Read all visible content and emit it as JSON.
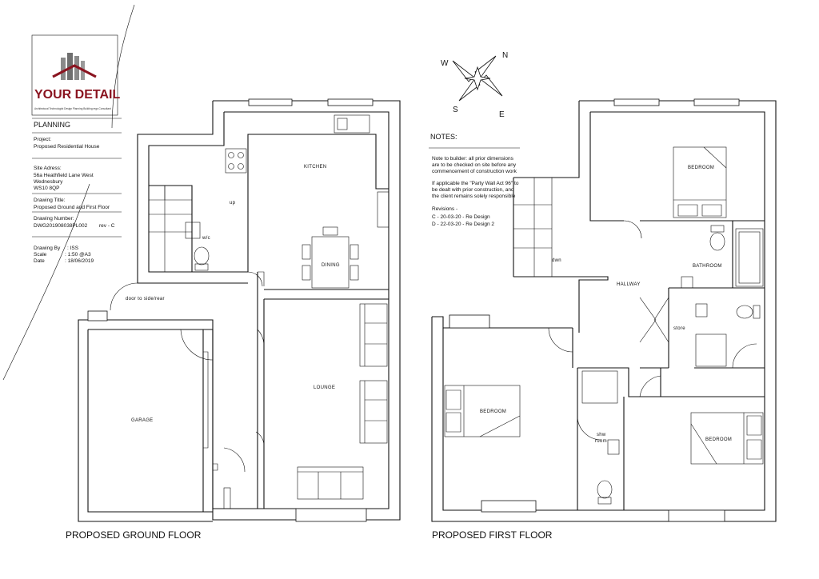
{
  "title_block": {
    "logo_text": "YOUR DETAIL",
    "logo_tagline": "Architectural Technologist Design Planning Building regs Consultant",
    "stage": "PLANNING",
    "project_label": "Project:",
    "project_value": "Proposed Residential House",
    "site_label": "Site Adress:",
    "site_line1": "56a Heathfield Lane West",
    "site_line2": "Wednesbury",
    "site_line3": "WS10 8QP",
    "drawing_title_label": "Drawing Title:",
    "drawing_title_value": "Proposed Ground and First Floor",
    "drawing_number_label": "Drawing Number:",
    "drawing_number_value": "DWG201908038PL002",
    "revision_value": "rev -  C",
    "drawn_by_label": "Drawing By",
    "drawn_by_value": ": ISS",
    "scale_label": "Scale",
    "scale_value": ": 1:50 @A3",
    "date_label": "Date",
    "date_value": ": 18/06/2019"
  },
  "notes": {
    "heading": "NOTES:",
    "note1": [
      "Note to builder: all prior dimensions",
      "are to be checked on site before any",
      "commencement of construction work"
    ],
    "note2": [
      "If applicable the \"Party Wall Act 96\" to",
      "be dealt with prior construction, and",
      "the client remains solely responsible"
    ],
    "revisions_heading": "Revisions -",
    "revisions": [
      "C -  20-03-20  - Re Design",
      "D -  22-03-20  - Re Design 2"
    ]
  },
  "compass": {
    "n": "N",
    "s": "S",
    "e": "E",
    "w": "W"
  },
  "ground_floor": {
    "caption": "PROPOSED GROUND FLOOR",
    "kitchen": "KITCHEN",
    "dining": "DINING",
    "lounge": "LOUNGE",
    "garage": "GARAGE",
    "wc": "w/c",
    "up": "up",
    "door_side": "door to side/rear"
  },
  "first_floor": {
    "caption": "PROPOSED FIRST FLOOR",
    "bedroom_top": "BEDROOM",
    "bedroom_left": "BEDROOM",
    "bedroom_right": "BEDROOM",
    "bathroom": "BATHROOM",
    "hallway": "HALLWAY",
    "store": "store",
    "dwn": "dwn",
    "shw1": "shw",
    "shw2": "room"
  },
  "colors": {
    "ink": "#111111",
    "logo_red": "#8a1420",
    "logo_grey": "#7a7a7a"
  }
}
